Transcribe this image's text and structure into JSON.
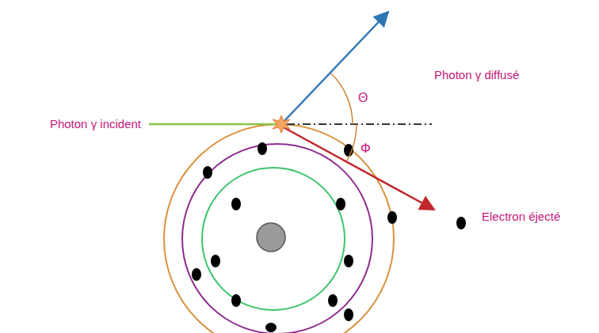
{
  "diagram": {
    "labels": [
      "Photon γ incident",
      "Photon γ diffusé",
      "Θ",
      "Φ",
      "Electron éjecté"
    ]
  }
}
